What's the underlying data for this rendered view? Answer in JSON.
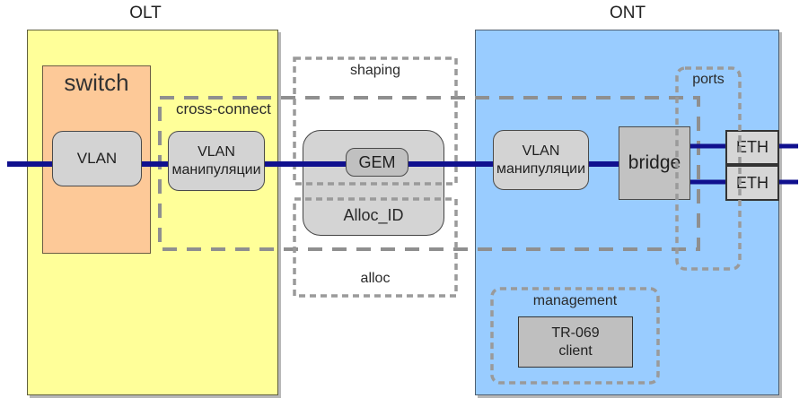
{
  "olt": {
    "title": "OLT",
    "switch": {
      "label": "switch",
      "vlan": "VLAN"
    },
    "cross_connect": {
      "label": "cross-connect"
    },
    "vlan_manip": {
      "line1": "VLAN",
      "line2": "манипуляции"
    }
  },
  "gpon": {
    "shaping": "shaping",
    "gem": "GEM",
    "alloc_id": "Alloc_ID",
    "alloc": "alloc"
  },
  "ont": {
    "title": "ONT",
    "vlan_manip": {
      "line1": "VLAN",
      "line2": "манипуляции"
    },
    "bridge": "bridge",
    "ports": "ports",
    "eth1": "ETH",
    "eth2": "ETH",
    "management": "management",
    "tr069": {
      "line1": "TR-069",
      "line2": "client"
    }
  },
  "colors": {
    "olt_bg": "#FFFF99",
    "ont_bg": "#99CCFF",
    "switch_bg": "#FDC998",
    "node_gray": "#D3D3D3",
    "bridge_gray": "#C2C2C2",
    "line_navy": "#10108E",
    "dash_gray": "#9A9A9A"
  }
}
